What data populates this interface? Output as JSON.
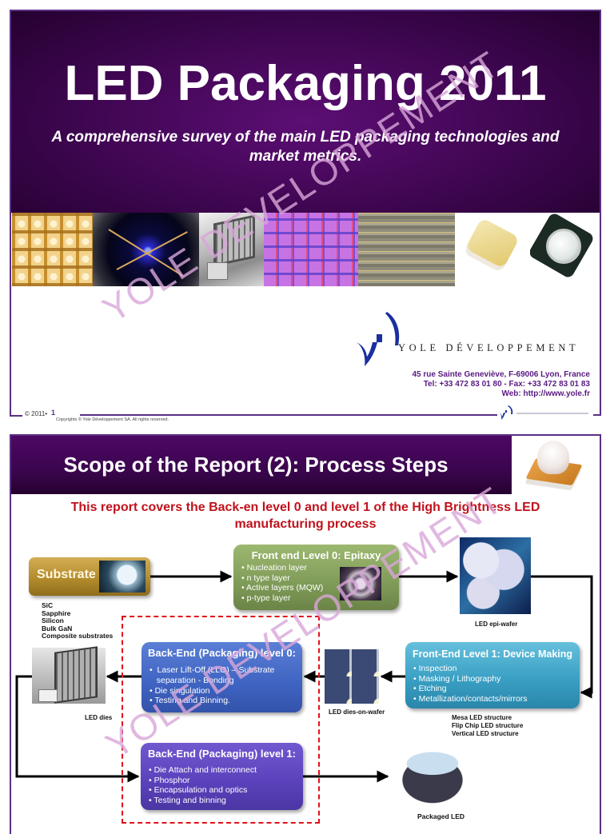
{
  "slide1": {
    "title": "LED Packaging 2011",
    "subtitle": "A comprehensive survey of the main LED packaging technologies and market metrics.",
    "photo_strip": [
      "led-chip-array-photo",
      "blue-led-probe-photo",
      "led-die-sem-photo",
      "led-wafer-pattern-photo",
      "led-grid-photo",
      "smd-led-package-photo",
      "power-led-package-photo"
    ],
    "company": {
      "name": "YOLE DÉVELOPPEMENT",
      "address": "45 rue Sainte Geneviève, F-69006 Lyon, France",
      "phone_fax": "Tel: +33 472 83 01 80 - Fax: +33 472 83 01 83",
      "web": "Web: http://www.yole.fr"
    },
    "footer": {
      "year": "© 2011•",
      "page": "1",
      "copyright": "Copyrights © Yole Développement SA. All rights reserved."
    }
  },
  "slide2": {
    "title": "Scope of the Report (2): Process Steps",
    "intro": "This report covers the Back-en level 0 and level 1 of the High Brightness LED manufacturing process",
    "substrate": {
      "label": "Substrate",
      "materials": [
        "SiC",
        "Sapphire",
        "Silicon",
        "Bulk GaN",
        "Composite substrates"
      ]
    },
    "epitaxy": {
      "title": "Front end Level 0: Epitaxy",
      "items": [
        "• Nucleation  layer",
        "• n type layer",
        "• Active layers (MQW)",
        "• p-type layer"
      ]
    },
    "epi_wafer_label": "LED epi-wafer",
    "device_making": {
      "title": "Front-End Level 1: Device Making",
      "items": [
        "• Inspection",
        "• Masking / Lithography",
        "• Etching",
        "• Metallization/contacts/mirrors"
      ],
      "structures": [
        "Mesa LED structure",
        "Flip Chip LED structure",
        "Vertical LED structure"
      ]
    },
    "dies_on_wafer_label": "LED dies-on-wafer",
    "backend0": {
      "title": "Back-End (Packaging) level 0:",
      "items": [
        "•  Laser Lift-Off (LLO) – Substrate",
        "   separation - Bonding",
        "• Die singulation",
        "• Testing and Binning."
      ]
    },
    "led_dies_label": "LED dies",
    "backend1": {
      "title": "Back-End (Packaging) level 1:",
      "items": [
        "• Die Attach and interconnect",
        "• Phosphor",
        "• Encapsulation and optics",
        "• Testing and binning"
      ]
    },
    "packaged_led_label": "Packaged LED"
  },
  "watermark": "YOLE DEVELOPPEMENT",
  "colors": {
    "brand_purple": "#5a2f86",
    "title_band": "#3e0650",
    "intro_red": "#c0121c",
    "scope_dash": "#e0101a",
    "yole_blue": "#1a2fa0"
  }
}
